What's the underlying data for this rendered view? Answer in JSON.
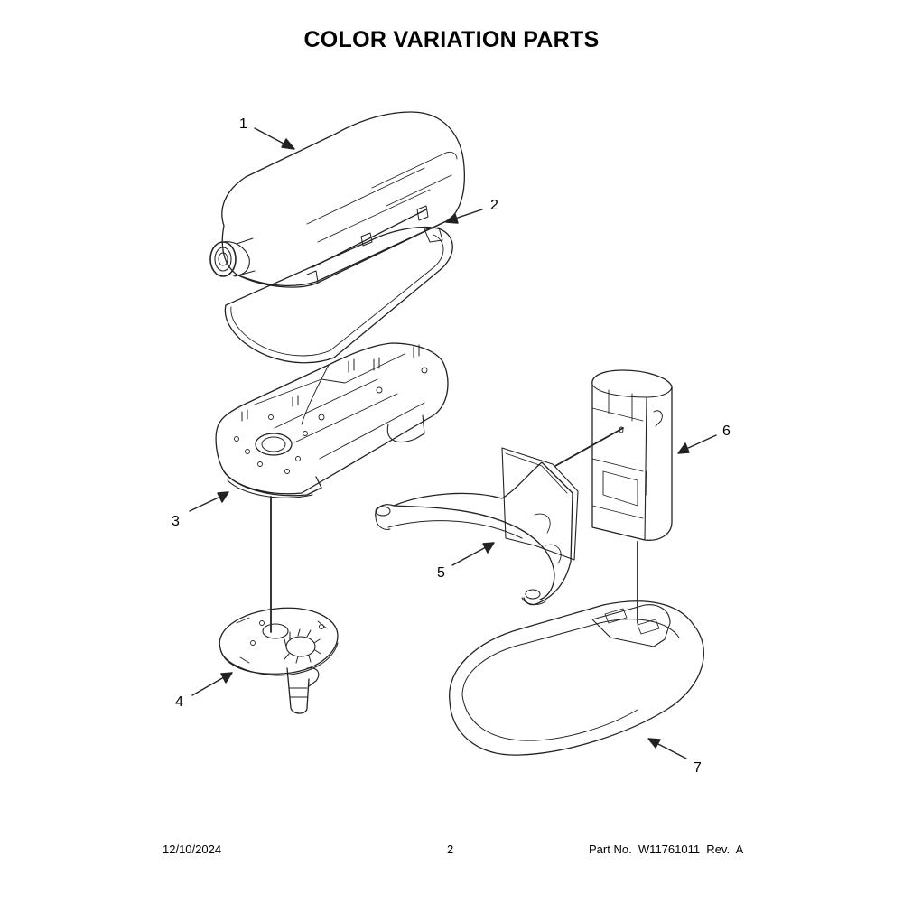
{
  "page": {
    "title": "COLOR VARIATION PARTS"
  },
  "callouts": [
    "1",
    "2",
    "3",
    "4",
    "5",
    "6",
    "7"
  ],
  "footer": {
    "date": "12/10/2024",
    "page_number": "2",
    "part_info": "Part No.  W11761011  Rev.  A"
  }
}
